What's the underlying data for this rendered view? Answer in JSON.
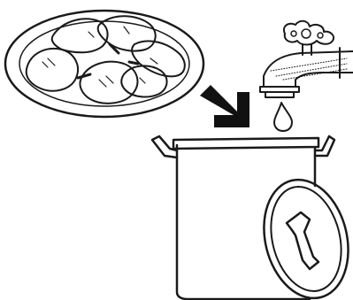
{
  "illustration": {
    "ink_color": "#1a1a1a",
    "background_color": "#ffffff",
    "arrow_color": "#111111",
    "elements": [
      {
        "name": "plate",
        "icon": "plate-with-chicken-pieces"
      },
      {
        "name": "faucet",
        "icon": "water-tap-icon"
      },
      {
        "name": "water-drop",
        "icon": "water-drop-icon"
      },
      {
        "name": "arrow",
        "icon": "arrow-down-right-icon"
      },
      {
        "name": "stock-pot",
        "icon": "stock-pot-icon"
      },
      {
        "name": "pot-lid",
        "icon": "pot-lid-icon"
      }
    ]
  }
}
